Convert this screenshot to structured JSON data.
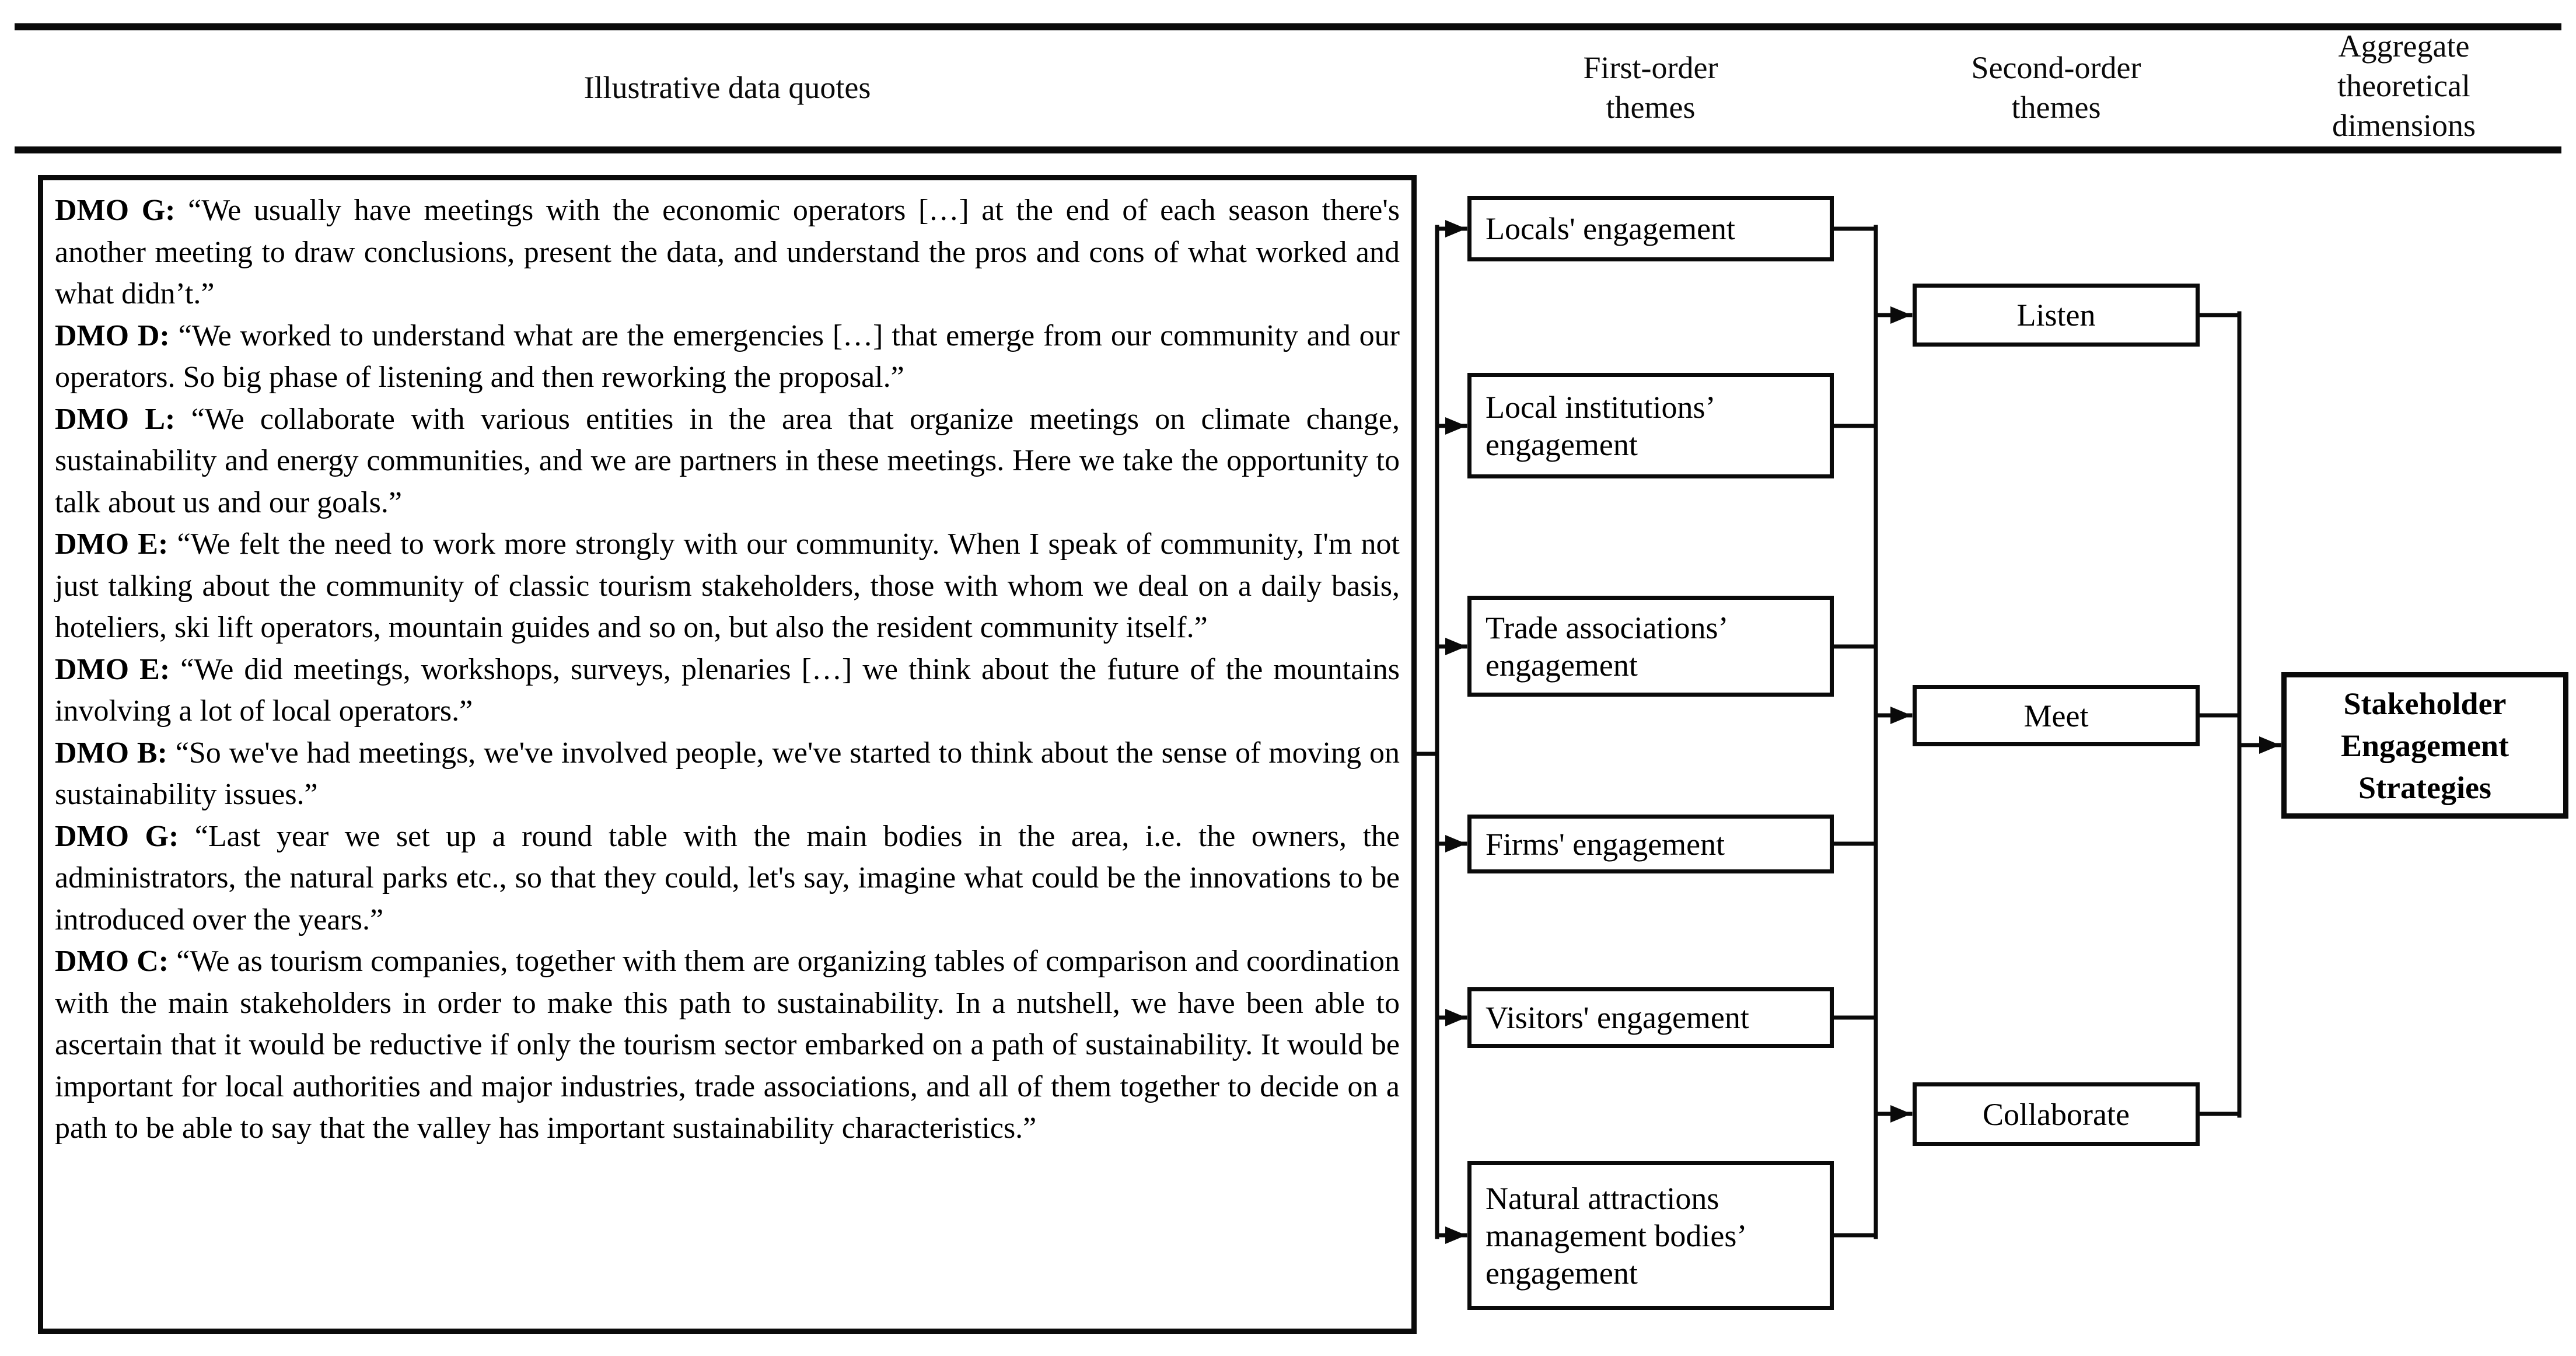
{
  "figure": {
    "header": {
      "quotes": "Illustrative data quotes",
      "first_order": [
        "First-order",
        "themes"
      ],
      "second_order": [
        "Second-order",
        "themes"
      ],
      "aggregate": [
        "Aggregate",
        "theoretical",
        "dimensions"
      ]
    },
    "quotes": [
      {
        "speaker": "DMO G:",
        "text": "“We usually have meetings with the economic operators […] at the end of each season there's another meeting to draw conclusions, present the data, and understand the pros and cons of what worked and what didn’t.”"
      },
      {
        "speaker": "DMO D:",
        "text": "“We worked to understand what are the emergencies […] that emerge from our community and our operators. So big phase of listening and then reworking the proposal.”"
      },
      {
        "speaker": "DMO L:",
        "text": "“We collaborate with various entities in the area that organize meetings on climate change, sustainability and energy communities, and we are partners in these meetings. Here we take the opportunity to talk about us and our goals.”"
      },
      {
        "speaker": "DMO E:",
        "text": "“We felt the need to work more strongly with our community. When I speak of community, I'm not just talking about the community of classic tourism stakeholders, those with whom we deal on a daily basis, hoteliers, ski lift operators, mountain guides and so on, but also the resident community itself.”"
      },
      {
        "speaker": "DMO E:",
        "text": "“We did meetings, workshops, surveys, plenaries […] we think about the future of the mountains involving a lot of local operators.”"
      },
      {
        "speaker": "DMO B:",
        "text": "“So we've had meetings, we've involved people, we've started to think about the sense of moving on sustainability issues.”"
      },
      {
        "speaker": "DMO G:",
        "text": "“Last year we set up a round table with the main bodies in the area, i.e. the owners, the administrators, the natural parks etc., so that they could, let's say, imagine what could be the innovations to be introduced over the years.”"
      },
      {
        "speaker": "DMO C:",
        "text": "“We as tourism companies, together with them are organizing tables of comparison and coordination with the main stakeholders in order to make this path to sustainability. In a nutshell, we have been able to ascertain that it would be reductive if only the tourism sector embarked on a path of sustainability. It would be important for local authorities and major industries, trade associations, and all of them together to decide on a path to be able to say that the valley has important sustainability characteristics.”"
      }
    ],
    "first_order": [
      {
        "lines": [
          "Locals' engagement"
        ]
      },
      {
        "lines": [
          "Local institutions’",
          "engagement"
        ]
      },
      {
        "lines": [
          "Trade associations’",
          "engagement"
        ]
      },
      {
        "lines": [
          "Firms' engagement"
        ]
      },
      {
        "lines": [
          "Visitors' engagement"
        ]
      },
      {
        "lines": [
          "Natural attractions",
          "management bodies’",
          "engagement"
        ]
      }
    ],
    "second_order": [
      {
        "label": "Listen"
      },
      {
        "label": "Meet"
      },
      {
        "label": "Collaborate"
      }
    ],
    "aggregate_dimension": {
      "lines": [
        "Stakeholder",
        "Engagement",
        "Strategies"
      ]
    },
    "connections": {
      "flow": [
        "illustrative data quotes -> all first-order themes",
        "all first-order themes -> second-order themes (Listen, Meet, Collaborate)",
        "second-order themes -> Stakeholder Engagement Strategies"
      ]
    },
    "colors": {
      "ink": "#0a0a0a",
      "background": "#ffffff"
    }
  }
}
